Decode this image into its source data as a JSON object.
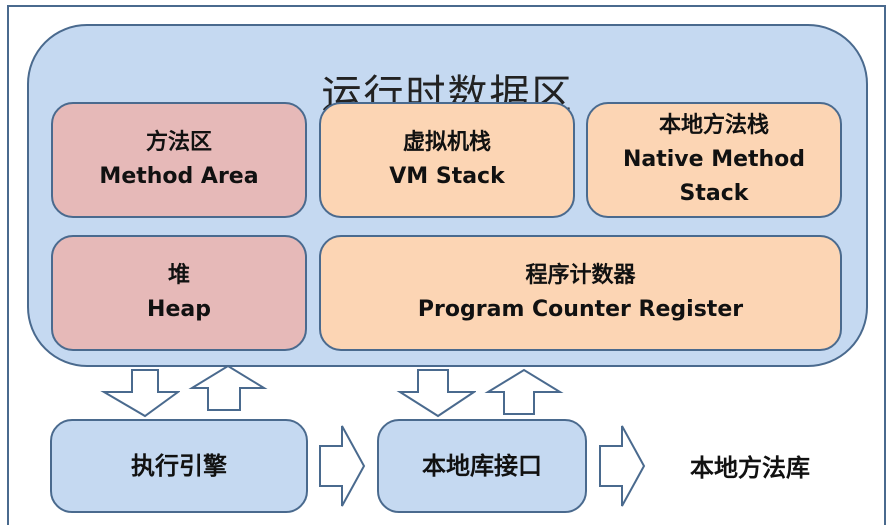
{
  "runtime_area": {
    "title": "运行时数据区",
    "regions": {
      "method_area": {
        "zh": "方法区",
        "en": "Method Area"
      },
      "vm_stack": {
        "zh": "虚拟机栈",
        "en": "VM Stack"
      },
      "native_method_stack": {
        "zh": "本地方法栈",
        "en_line1": "Native Method",
        "en_line2": "Stack"
      },
      "heap": {
        "zh": "堆",
        "en": "Heap"
      },
      "pc_register": {
        "zh": "程序计数器",
        "en": "Program Counter Register"
      }
    }
  },
  "bottom": {
    "execution_engine": "执行引擎",
    "native_interface": "本地库接口",
    "native_library": "本地方法库"
  },
  "colors": {
    "runtime_bg": "#c5d9f1",
    "shared_region": "#e6b9b8",
    "thread_private_region": "#fcd5b4",
    "border": "#4a6a8e"
  }
}
